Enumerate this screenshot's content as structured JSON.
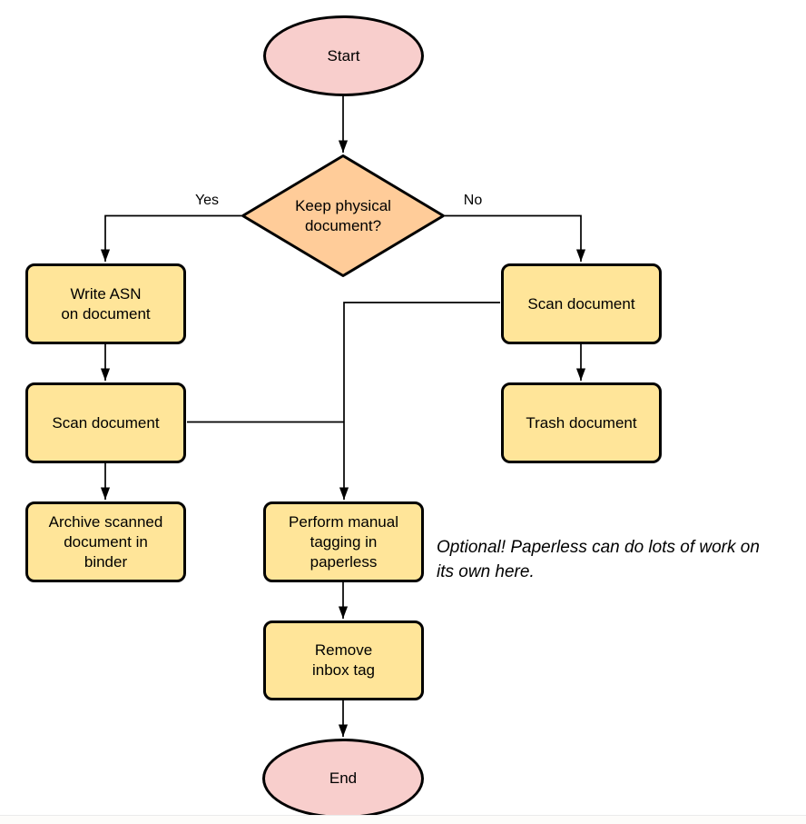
{
  "canvas": {
    "background": "#ffffff"
  },
  "colors": {
    "terminal_fill": "#F8CECC",
    "process_fill": "#FFE599",
    "decision_fill": "#FFCC99",
    "stroke": "#000000"
  },
  "nodes": {
    "start": {
      "type": "terminal",
      "label": "Start"
    },
    "decision": {
      "type": "decision",
      "label": "Keep physical\ndocument?"
    },
    "write_asn": {
      "type": "process",
      "label": "Write ASN\non document"
    },
    "scan_left": {
      "type": "process",
      "label": "Scan document"
    },
    "archive": {
      "type": "process",
      "label": "Archive scanned\ndocument in\nbinder"
    },
    "scan_right": {
      "type": "process",
      "label": "Scan document"
    },
    "trash": {
      "type": "process",
      "label": "Trash document"
    },
    "perform_tagging": {
      "type": "process",
      "label": "Perform manual\ntagging in\npaperless"
    },
    "remove_inbox": {
      "type": "process",
      "label": "Remove\ninbox tag"
    },
    "end": {
      "type": "terminal",
      "label": "End"
    }
  },
  "edge_labels": {
    "yes": "Yes",
    "no": "No"
  },
  "annotation": {
    "text": "Optional! Paperless can do lots of work on\nits own here."
  }
}
